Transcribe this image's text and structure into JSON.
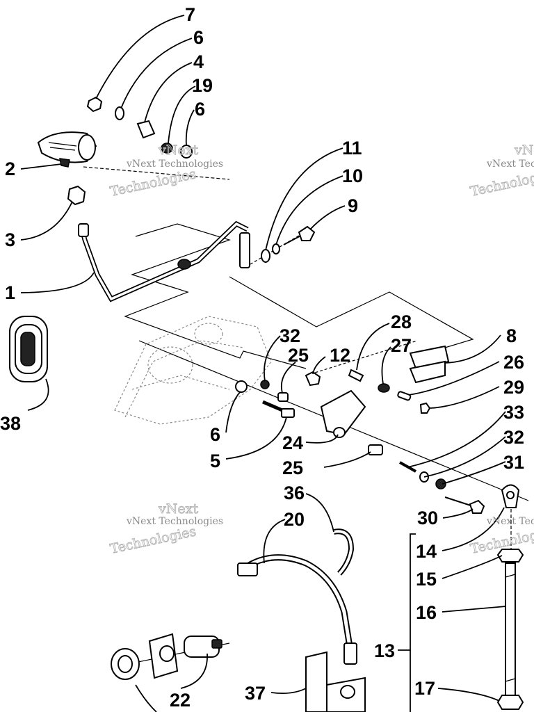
{
  "diagram": {
    "callouts": [
      "7",
      "6",
      "4",
      "19",
      "6",
      "11",
      "10",
      "9",
      "2",
      "3",
      "1",
      "38",
      "8",
      "28",
      "27",
      "26",
      "29",
      "32",
      "25",
      "12",
      "33",
      "32",
      "31",
      "6",
      "5",
      "24",
      "25",
      "30",
      "36",
      "20",
      "14",
      "15",
      "16",
      "13",
      "17",
      "22",
      "37"
    ]
  },
  "watermark": {
    "line1": "vNext",
    "line2": "vNext Technologies",
    "line3": "Technologies"
  }
}
